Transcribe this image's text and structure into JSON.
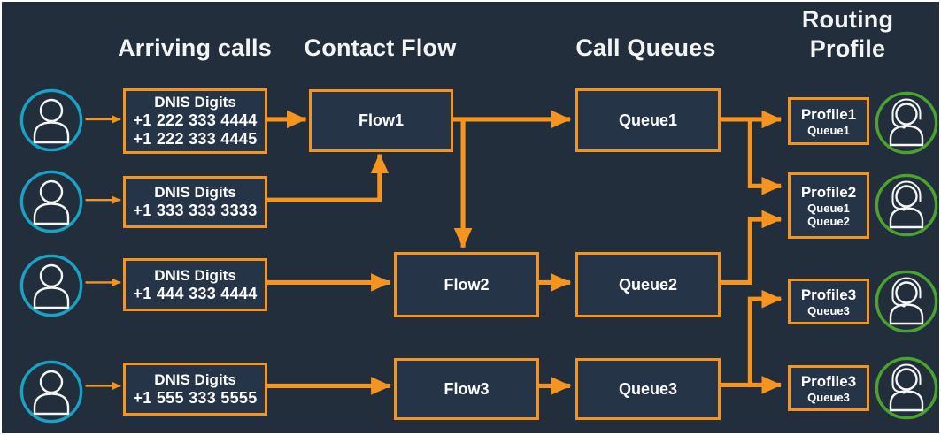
{
  "colors": {
    "background": "#222E3C",
    "box_fill": "#263447",
    "accent_orange": "#F5941F",
    "caller_teal": "#1BA0C6",
    "agent_green": "#4BA32F",
    "text": "#FFFFFF"
  },
  "headers": [
    {
      "label": "Arriving calls"
    },
    {
      "label": "Contact Flow"
    },
    {
      "label": "Call Queues"
    },
    {
      "label": "Routing Profile"
    }
  ],
  "dnis": [
    {
      "title": "DNIS Digits",
      "numbers": [
        "+1 222 333 4444",
        "+1 222 333 4445"
      ]
    },
    {
      "title": "DNIS Digits",
      "numbers": [
        "+1 333 333 3333"
      ]
    },
    {
      "title": "DNIS Digits",
      "numbers": [
        "+1 444 333 4444"
      ]
    },
    {
      "title": "DNIS Digits",
      "numbers": [
        "+1 555 333 5555"
      ]
    }
  ],
  "flows": [
    {
      "label": "Flow1"
    },
    {
      "label": "Flow2"
    },
    {
      "label": "Flow3"
    }
  ],
  "queues": [
    {
      "label": "Queue1"
    },
    {
      "label": "Queue2"
    },
    {
      "label": "Queue3"
    }
  ],
  "profiles": [
    {
      "title": "Profile1",
      "queues": [
        "Queue1"
      ]
    },
    {
      "title": "Profile2",
      "queues": [
        "Queue1",
        "Queue2"
      ]
    },
    {
      "title": "Profile3",
      "queues": [
        "Queue3"
      ]
    },
    {
      "title": "Profile3",
      "queues": [
        "Queue3"
      ]
    }
  ],
  "icons": {
    "caller": "person-icon",
    "agent": "agent-headset-icon"
  }
}
